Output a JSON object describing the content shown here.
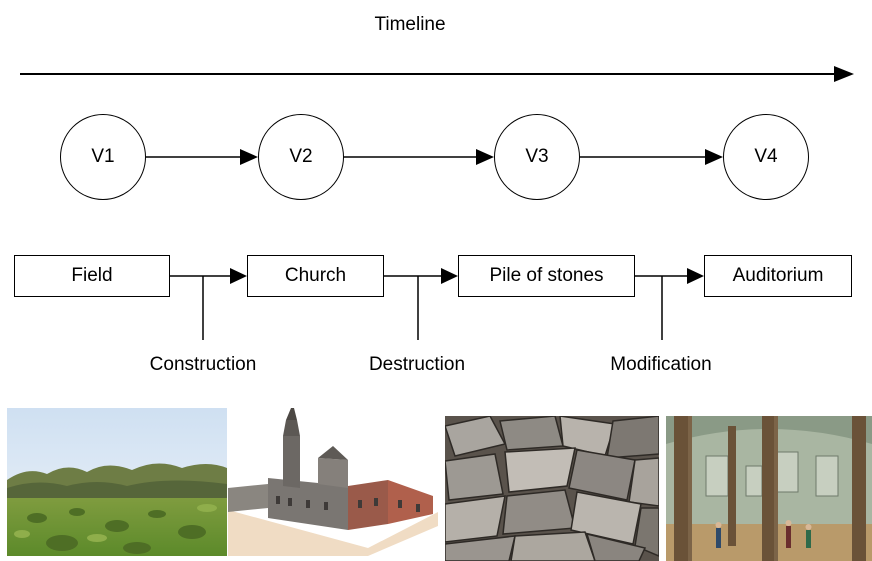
{
  "timeline": {
    "label": "Timeline"
  },
  "versions": [
    "V1",
    "V2",
    "V3",
    "V4"
  ],
  "states": [
    "Field",
    "Church",
    "Pile of stones",
    "Auditorium"
  ],
  "events": [
    "Construction",
    "Destruction",
    "Modification"
  ],
  "photos": [
    {
      "subject": "grass field with shrubs"
    },
    {
      "subject": "3d model of a church with a tower"
    },
    {
      "subject": "pile of grey stones"
    },
    {
      "subject": "interior of a domed auditorium with columns"
    }
  ]
}
